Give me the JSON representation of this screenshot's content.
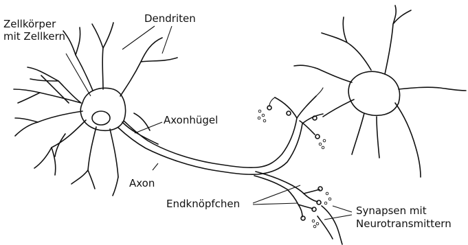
{
  "labels": {
    "cell_body_line1": "Zellkörper",
    "cell_body_line2": "mit Zellkern",
    "dendrites": "Dendriten",
    "axon_hillock": "Axonhügel",
    "axon": "Axon",
    "terminal_buttons": "Endknöpfchen",
    "synapses_line1": "Synapsen mit",
    "synapses_line2": "Neurotransmittern"
  },
  "colors": {
    "line": "#111111",
    "background": "#ffffff"
  }
}
